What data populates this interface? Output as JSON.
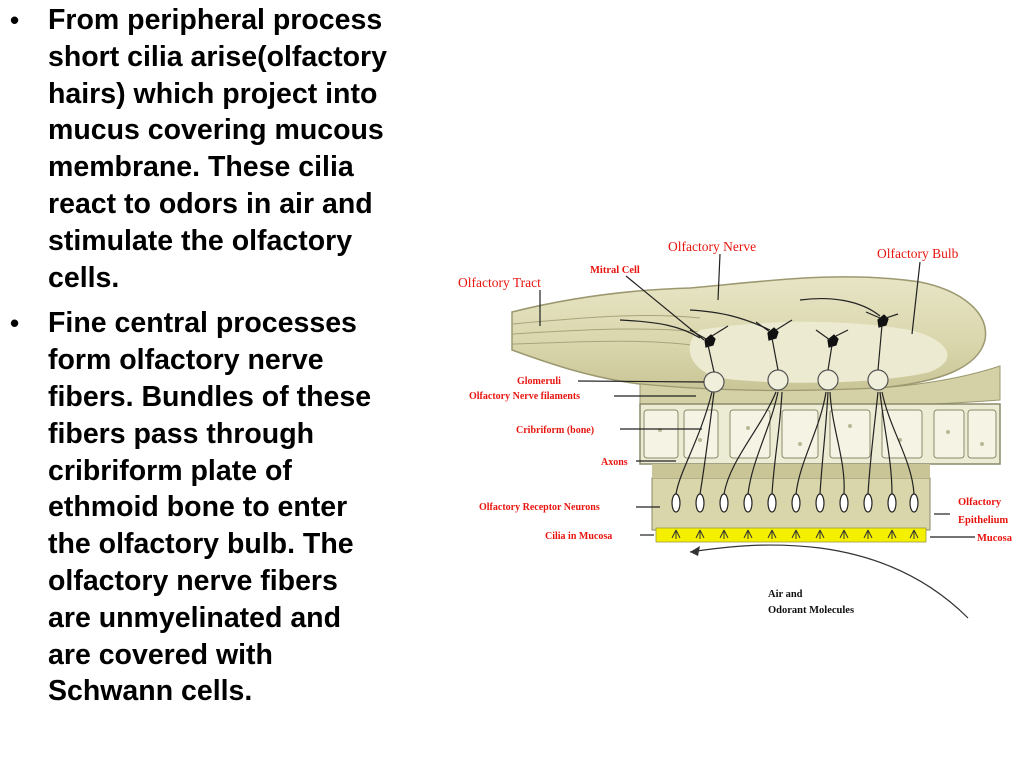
{
  "slide": {
    "bullets": [
      {
        "marker": "•",
        "lines": [
          "From peripheral process",
          "short cilia arise(olfactory",
          "hairs) which project into",
          "mucus covering mucous",
          "membrane. These cilia",
          "react to odors in air and",
          "stimulate the olfactory",
          "cells."
        ]
      },
      {
        "marker": "•",
        "lines": [
          "Fine central processes",
          "form olfactory nerve",
          "fibers. Bundles of these",
          "fibers pass through",
          "cribriform plate of",
          "ethmoid bone to enter",
          "the olfactory bulb. The",
          "olfactory nerve fibers",
          "are unmyelinated and",
          "are covered with",
          "Schwann cells."
        ]
      }
    ]
  },
  "diagram": {
    "colors": {
      "label_red": "#e8150f",
      "bulb_fill": "#dedbb4",
      "bone_fill": "#ecebd4",
      "mucosa_yellow": "#f4f000"
    },
    "labels": {
      "olfactory_tract": "Olfactory Tract",
      "mitral_cell": "Mitral Cell",
      "olfactory_nerve": "Olfactory Nerve",
      "olfactory_bulb": "Olfactory Bulb",
      "glomeruli": "Glomeruli",
      "olfactory_nerve_filaments": "Olfactory Nerve filaments",
      "cribriform_bone": "Cribriform (bone)",
      "axons": "Axons",
      "olfactory_receptor_neurons": "Olfactory Receptor Neurons",
      "cilia_in_mucosa": "Cilia in Mucosa",
      "olfactory_epithelium_line1": "Olfactory",
      "olfactory_epithelium_line2": "Epithelium",
      "mucosa": "Mucosa",
      "air_line1": "Air and",
      "air_line2": "Odorant Molecules"
    }
  }
}
